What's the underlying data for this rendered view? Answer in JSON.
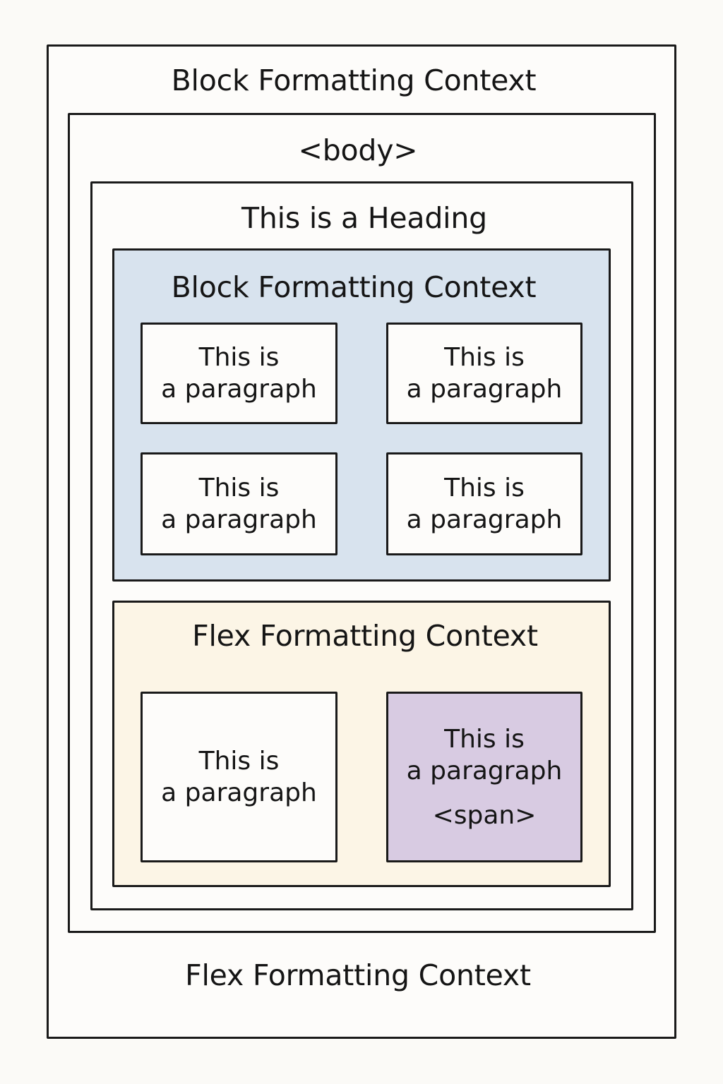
{
  "outer": {
    "label": "Block Formatting Context",
    "bottom_label": "Flex Formatting Context"
  },
  "body_box": {
    "label": "<body>"
  },
  "heading_box": {
    "label": "This is a Heading"
  },
  "block_context": {
    "label": "Block Formatting Context",
    "color": "#d8e3ee",
    "paragraphs": [
      {
        "line1": "This is",
        "line2": "a paragraph"
      },
      {
        "line1": "This is",
        "line2": "a paragraph"
      },
      {
        "line1": "This is",
        "line2": "a paragraph"
      },
      {
        "line1": "This is",
        "line2": "a paragraph"
      }
    ]
  },
  "flex_context": {
    "label": "Flex Formatting Context",
    "color": "#fcf5e6",
    "paragraphs": [
      {
        "line1": "This is",
        "line2": "a paragraph"
      },
      {
        "line1": "This is",
        "line2": "a paragraph",
        "tag": "<span>",
        "color": "#d8cbe2"
      }
    ]
  }
}
